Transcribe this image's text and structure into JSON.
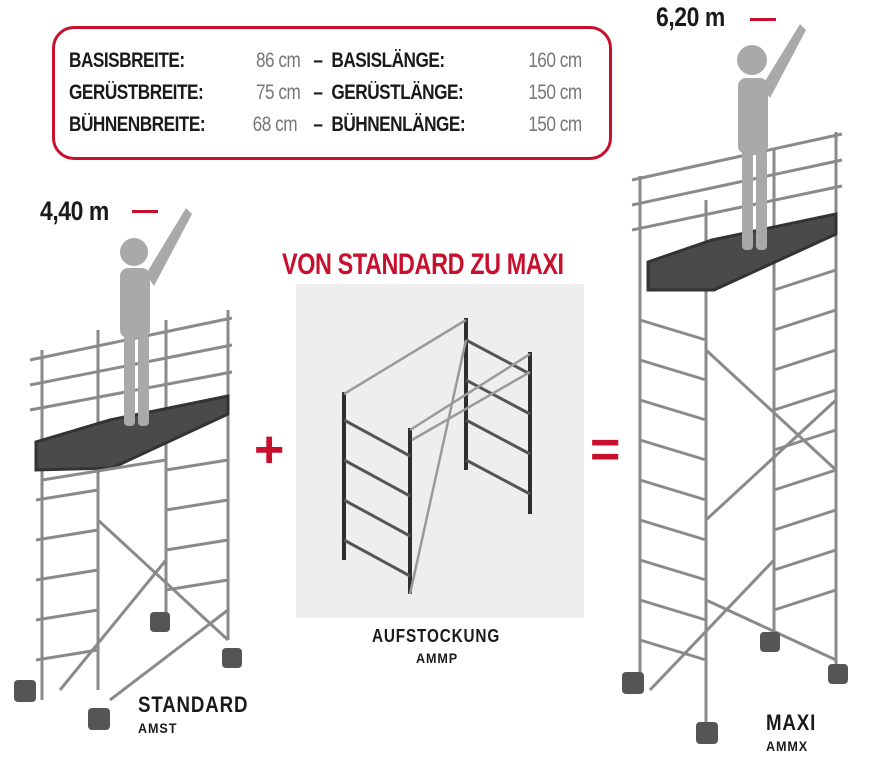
{
  "specs": {
    "rows": [
      {
        "label1": "BASISBREITE:",
        "value1": "86 cm",
        "sep": "–",
        "label2": "BASISLÄNGE:",
        "value2": "160 cm"
      },
      {
        "label1": "GERÜSTBREITE:",
        "value1": "75 cm",
        "sep": "–",
        "label2": "GERÜSTLÄNGE:",
        "value2": "150 cm"
      },
      {
        "label1": "BÜHNENBREITE:",
        "value1": "68 cm",
        "sep": "–",
        "label2": "BÜHNENLÄNGE:",
        "value2": "150 cm"
      }
    ]
  },
  "headline": "VON STANDARD ZU MAXI",
  "operators": {
    "plus": "+",
    "equals": "="
  },
  "standard": {
    "height": "4,40 m",
    "name": "STANDARD",
    "code": "AMST"
  },
  "extension": {
    "name": "AUFSTOCKUNG",
    "code": "AMMP"
  },
  "maxi": {
    "height": "6,20 m",
    "name": "MAXI",
    "code": "AMMX"
  },
  "colors": {
    "accent": "#c8102e",
    "frame": "#3a3a3a",
    "figure": "#a9a9a9",
    "panel": "#eeeeee"
  }
}
